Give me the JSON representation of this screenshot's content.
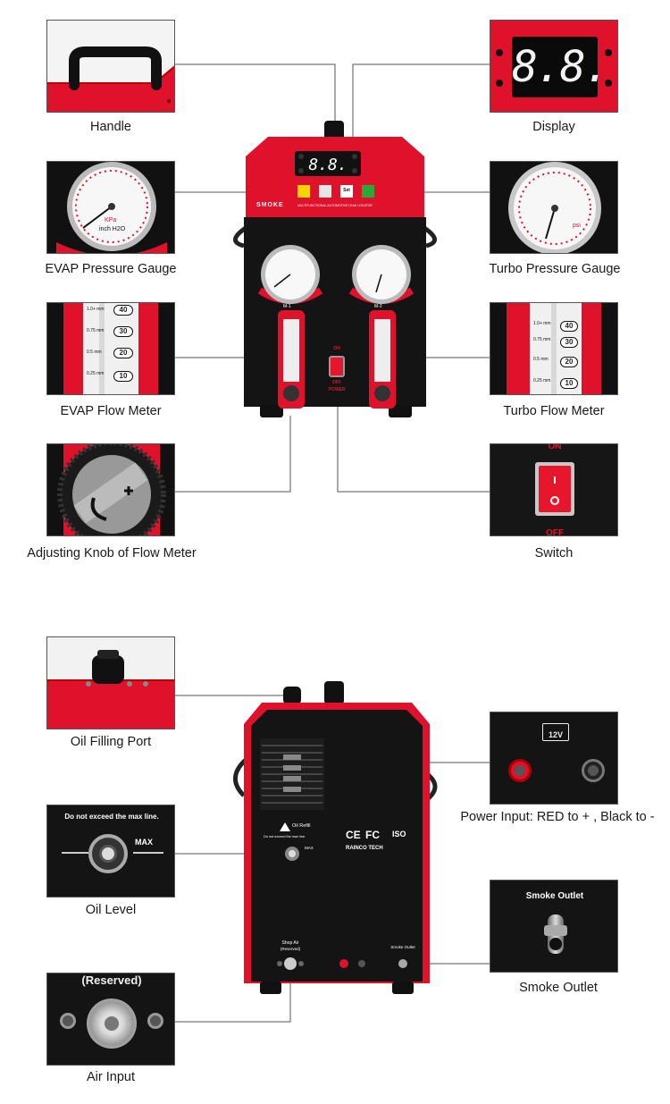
{
  "front": {
    "handle": {
      "caption": "Handle"
    },
    "display": {
      "caption": "Display",
      "digits": "8.8."
    },
    "evap_gauge": {
      "caption": "EVAP Pressure Gauge",
      "unit1": "KPa",
      "unit2": "inch H2O"
    },
    "turbo_gauge": {
      "caption": "Turbo Pressure Gauge",
      "unit": "psi"
    },
    "evap_flow": {
      "caption": "EVAP Flow Meter",
      "marks": [
        "40",
        "30",
        "20",
        "10"
      ],
      "sizes": [
        "1.0+ mm",
        "0.75 mm",
        "0.5 mm",
        "0.25 mm"
      ]
    },
    "turbo_flow": {
      "caption": "Turbo Flow Meter",
      "marks": [
        "40",
        "30",
        "20",
        "10"
      ],
      "sizes": [
        "1.0+ mm",
        "0.75 mm",
        "0.5 mm",
        "0.25 mm"
      ]
    },
    "knob": {
      "caption": "Adjusting Knob of Flow Meter"
    },
    "switch": {
      "caption": "Switch",
      "on": "ON",
      "off": "OFF"
    },
    "panel": {
      "brand": "SMOKE",
      "subtitle": "MULTIFUNCTIONAL AUTOMOTIVE LEAK LOCATOR",
      "m1": "M-1",
      "m2": "M-2",
      "on": "ON",
      "off": "OFF",
      "power": "POWER",
      "set": "Set"
    }
  },
  "back": {
    "oil_port": {
      "caption": "Oil Filling Port"
    },
    "oil_level": {
      "caption": "Oil Level",
      "warning": "Do not exceed the max line.",
      "max": "MAX"
    },
    "air_input": {
      "caption": "Air Input",
      "reserved": "(Reserved)"
    },
    "power_input": {
      "caption": "Power Input: RED to + , Black to -",
      "voltage": "12V"
    },
    "smoke_outlet": {
      "caption": "Smoke Outlet",
      "label": "Smoke Outlet"
    },
    "panel": {
      "oil_refill": "Oil Refill",
      "warning": "Do not exceed the max line.",
      "max": "MAX",
      "brand": "RAINCO TECH",
      "shop_air": "Shop Air",
      "reserved": "(Reserved)",
      "smoke_outlet": "Smoke Outlet"
    }
  },
  "colors": {
    "red": "#e0112b",
    "black": "#151515",
    "line": "#555555"
  }
}
